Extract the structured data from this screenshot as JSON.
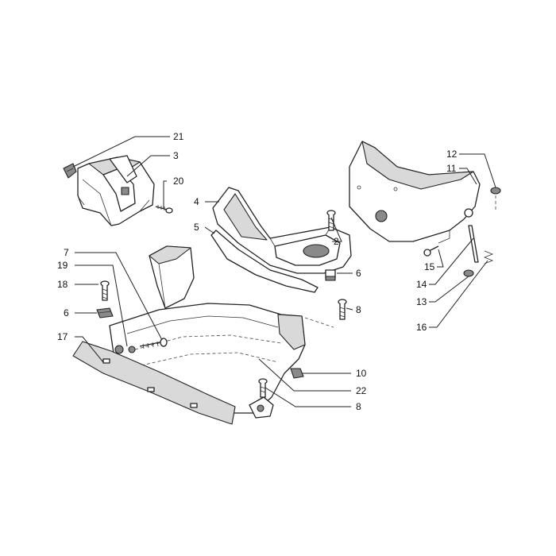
{
  "callouts": {
    "c21": "21",
    "c3": "3",
    "c20": "20",
    "c4": "4",
    "c5": "5",
    "c2": "2",
    "c6a": "6",
    "c8a": "8",
    "c12": "12",
    "c11": "11",
    "c15": "15",
    "c14": "14",
    "c13": "13",
    "c16": "16",
    "c7": "7",
    "c19": "19",
    "c18": "18",
    "c6b": "6",
    "c17": "17",
    "c10": "10",
    "c22": "22",
    "c8b": "8"
  }
}
